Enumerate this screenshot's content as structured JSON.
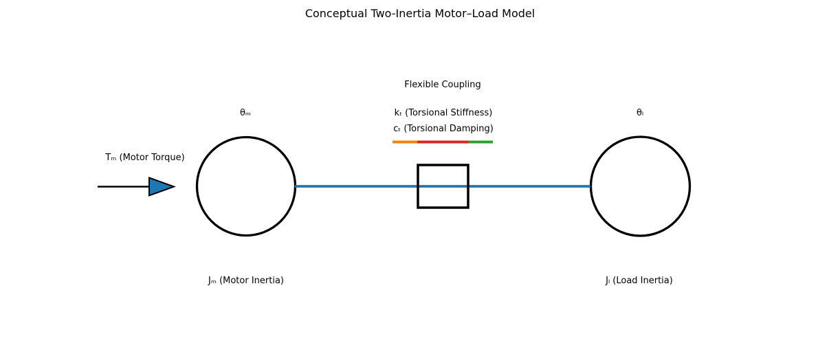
{
  "title": "Conceptual Two-Inertia Motor–Load Model",
  "labels": {
    "motor_angle": "θₘ",
    "load_angle": "θₗ",
    "motor_torque": "Tₘ (Motor Torque)",
    "motor_inertia": "Jₘ (Motor Inertia)",
    "load_inertia": "Jₗ (Load Inertia)",
    "coupling_title": "Flexible Coupling",
    "torsional_stiffness": "kₜ (Torsional Stiffness)",
    "torsional_damping": "cₜ (Torsional Damping)"
  },
  "colors": {
    "shaft_blue": "#1f77b4",
    "arrow_fill": "#1f77b4",
    "stiffness_orange": "#f5820d",
    "damping_red": "#d62728",
    "coupling_green": "#2ca02c",
    "outline_black": "#000000"
  }
}
